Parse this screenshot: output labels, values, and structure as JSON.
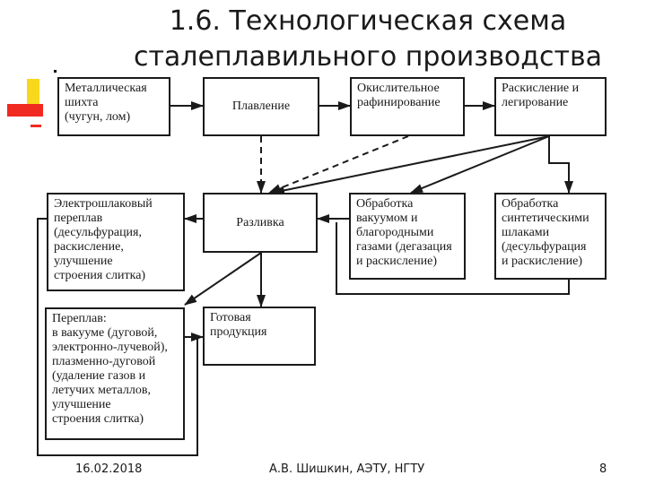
{
  "slide": {
    "title_line1": "1.6. Технологическая схема",
    "title_line2": "сталеплавильного производства"
  },
  "nodes": {
    "metal_charge": "Металлическая\nшихта\n(чугун, лом)",
    "melting": "Плавление",
    "oxidizing": "Окислительное\nрафинирование",
    "deoxidation": "Раскисление и\nлегирование",
    "esr": "Электрошлаковый\nпереплав\n(десульфурация,\nраскисление,\nулучшение\nстроения слитка)",
    "casting": "Разливка",
    "vacuum": "Обработка\nвакуумом и\nблагородными\nгазами (дегазация\n и раскисление)",
    "synthetic_slag": "Обработка\nсинтетическими\nшлаками\n(десульфурация\n и раскисление)",
    "remelting": "Переплав:\nв вакууме (дуговой,\nэлектронно-лучевой),\nплазменно-дуговой\n(удаление газов и\nлетучих металлов,\nулучшение\nстроения слитка)",
    "finished": "Готовая\nпродукция"
  },
  "footer": {
    "date": "16.02.2018",
    "author": "А.В. Шишкин, АЭТУ, НГТУ",
    "page": "8"
  }
}
